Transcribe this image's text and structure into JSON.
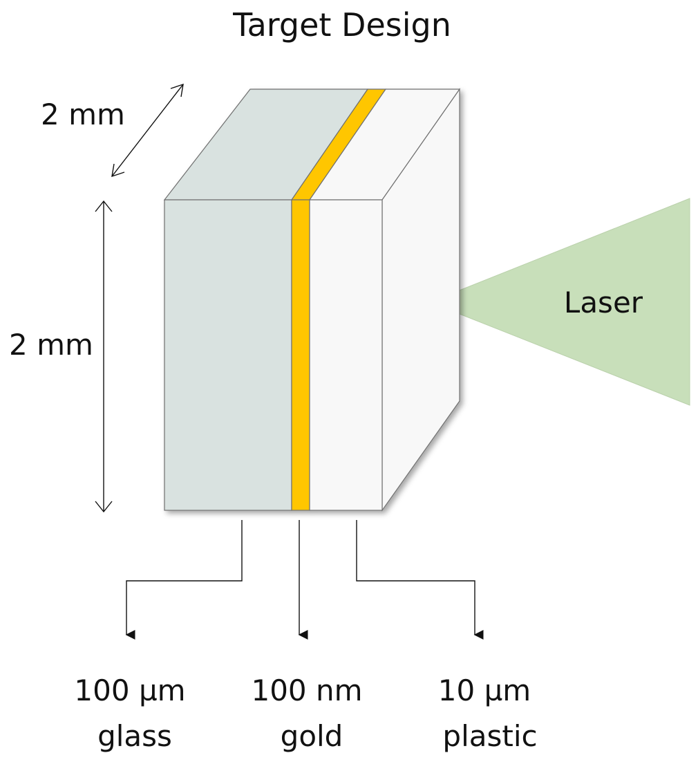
{
  "title": "Target Design",
  "dimensions": {
    "depth_label": "2 mm",
    "height_label": "2 mm"
  },
  "laser": {
    "label": "Laser",
    "color": "#c8dfba"
  },
  "layers": [
    {
      "thickness": "100 µm",
      "material": "glass",
      "color": "#d9e2e0"
    },
    {
      "thickness": "100 nm",
      "material": "gold",
      "color": "#ffc600"
    },
    {
      "thickness": "10 µm",
      "material": "plastic",
      "color": "#f8f8f8"
    }
  ]
}
